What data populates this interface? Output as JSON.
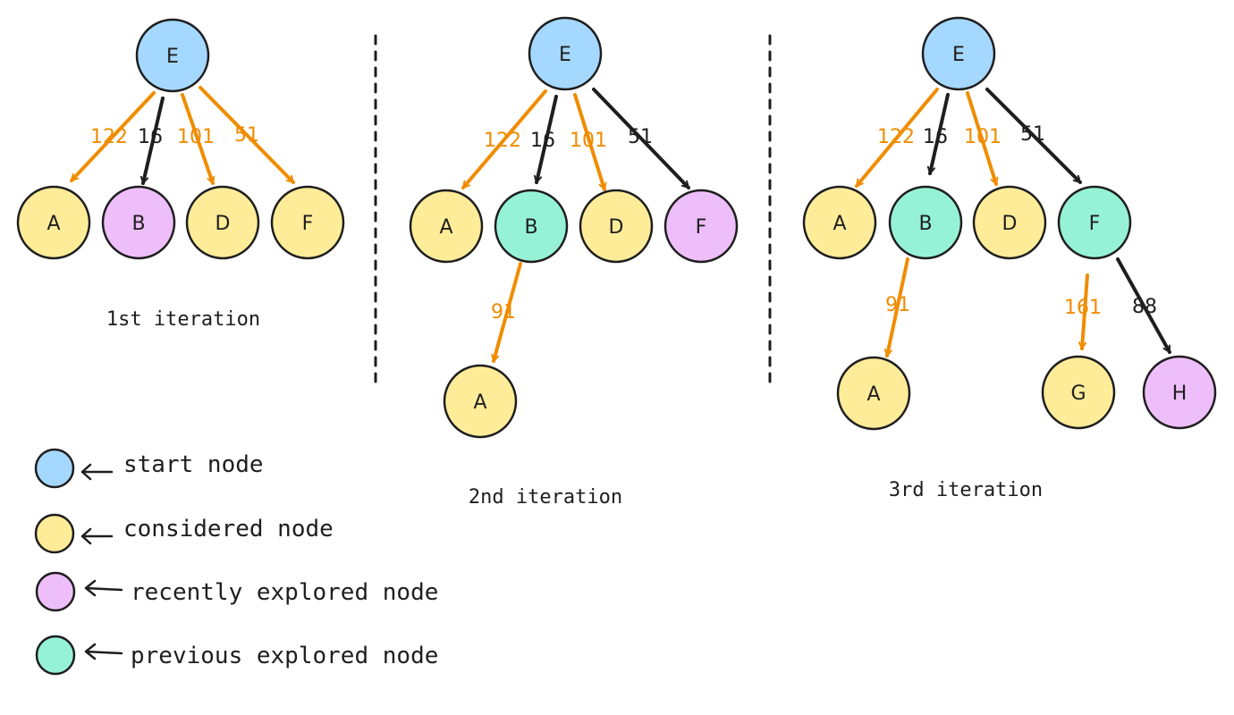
{
  "colors": {
    "start": "#a5d8ff",
    "considered": "#ffec99",
    "recently_explored": "#eebefa",
    "previous_explored": "#96f2d7",
    "orange_edge": "#f08c00",
    "black_edge": "#1e1e1e",
    "outline": "#1e1e1e"
  },
  "legend": {
    "start": "start node",
    "considered": "considered node",
    "recently": "recently explored node",
    "previous": "previous explored node"
  },
  "panels": [
    {
      "caption": "1st iteration",
      "nodes": [
        {
          "label": "E",
          "state": "start"
        },
        {
          "label": "A",
          "state": "considered"
        },
        {
          "label": "B",
          "state": "recently_explored"
        },
        {
          "label": "D",
          "state": "considered"
        },
        {
          "label": "F",
          "state": "considered"
        }
      ],
      "edges": [
        {
          "from": "E",
          "to": "A",
          "weight": "122",
          "color": "orange"
        },
        {
          "from": "E",
          "to": "B",
          "weight": "16",
          "color": "black"
        },
        {
          "from": "E",
          "to": "D",
          "weight": "101",
          "color": "orange"
        },
        {
          "from": "E",
          "to": "F",
          "weight": "51",
          "color": "orange"
        }
      ]
    },
    {
      "caption": "2nd iteration",
      "nodes": [
        {
          "label": "E",
          "state": "start"
        },
        {
          "label": "A",
          "state": "considered"
        },
        {
          "label": "B",
          "state": "previous_explored"
        },
        {
          "label": "D",
          "state": "considered"
        },
        {
          "label": "F",
          "state": "recently_explored"
        },
        {
          "label": "A",
          "state": "considered"
        }
      ],
      "edges": [
        {
          "from": "E",
          "to": "A",
          "weight": "122",
          "color": "orange"
        },
        {
          "from": "E",
          "to": "B",
          "weight": "16",
          "color": "black"
        },
        {
          "from": "E",
          "to": "D",
          "weight": "101",
          "color": "orange"
        },
        {
          "from": "E",
          "to": "F",
          "weight": "51",
          "color": "black"
        },
        {
          "from": "B",
          "to": "A",
          "weight": "91",
          "color": "orange"
        }
      ]
    },
    {
      "caption": "3rd iteration",
      "nodes": [
        {
          "label": "E",
          "state": "start"
        },
        {
          "label": "A",
          "state": "considered"
        },
        {
          "label": "B",
          "state": "previous_explored"
        },
        {
          "label": "D",
          "state": "considered"
        },
        {
          "label": "F",
          "state": "previous_explored"
        },
        {
          "label": "A",
          "state": "considered"
        },
        {
          "label": "G",
          "state": "considered"
        },
        {
          "label": "H",
          "state": "recently_explored"
        }
      ],
      "edges": [
        {
          "from": "E",
          "to": "A",
          "weight": "122",
          "color": "orange"
        },
        {
          "from": "E",
          "to": "B",
          "weight": "16",
          "color": "black"
        },
        {
          "from": "E",
          "to": "D",
          "weight": "101",
          "color": "orange"
        },
        {
          "from": "E",
          "to": "F",
          "weight": "51",
          "color": "black"
        },
        {
          "from": "B",
          "to": "A",
          "weight": "91",
          "color": "orange"
        },
        {
          "from": "F",
          "to": "G",
          "weight": "161",
          "color": "orange"
        },
        {
          "from": "F",
          "to": "H",
          "weight": "88",
          "color": "black"
        }
      ]
    }
  ]
}
